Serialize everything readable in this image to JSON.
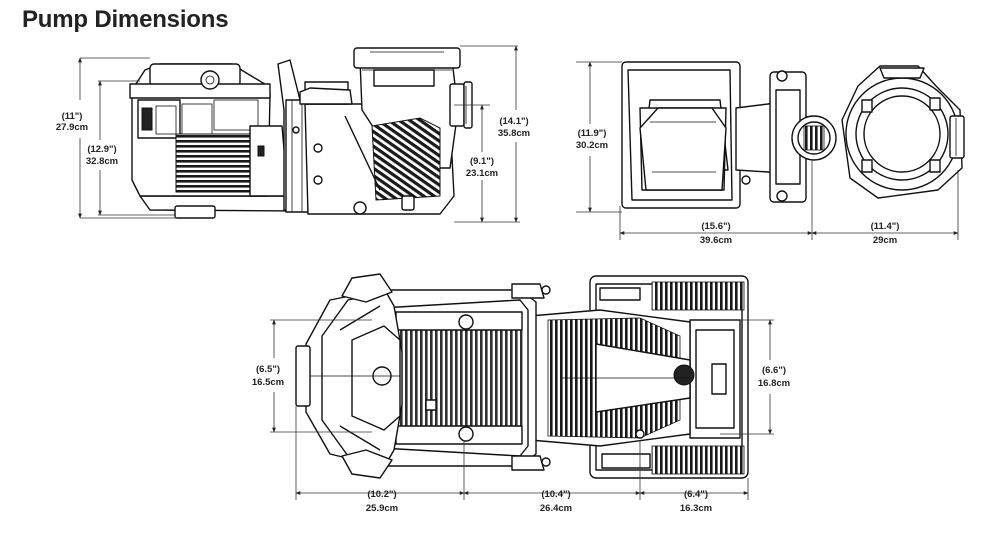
{
  "title": "Pump Dimensions",
  "views": {
    "side": {
      "dims": [
        {
          "in": "(11\")",
          "cm": "27.9cm"
        },
        {
          "in": "(12.9\")",
          "cm": "32.8cm"
        },
        {
          "in": "(9.1\")",
          "cm": "23.1cm"
        },
        {
          "in": "(14.1\")",
          "cm": "35.8cm"
        }
      ]
    },
    "front": {
      "dims": [
        {
          "in": "(11.9\")",
          "cm": "30.2cm"
        },
        {
          "in": "(15.6\")",
          "cm": "39.6cm"
        },
        {
          "in": "(11.4\")",
          "cm": "29cm"
        }
      ]
    },
    "top": {
      "dims": [
        {
          "in": "(6.5\")",
          "cm": "16.5cm"
        },
        {
          "in": "(6.6\")",
          "cm": "16.8cm"
        },
        {
          "in": "(10.2\")",
          "cm": "25.9cm"
        },
        {
          "in": "(10.4\")",
          "cm": "26.4cm"
        },
        {
          "in": "(6.4\")",
          "cm": "16.3cm"
        }
      ]
    }
  }
}
